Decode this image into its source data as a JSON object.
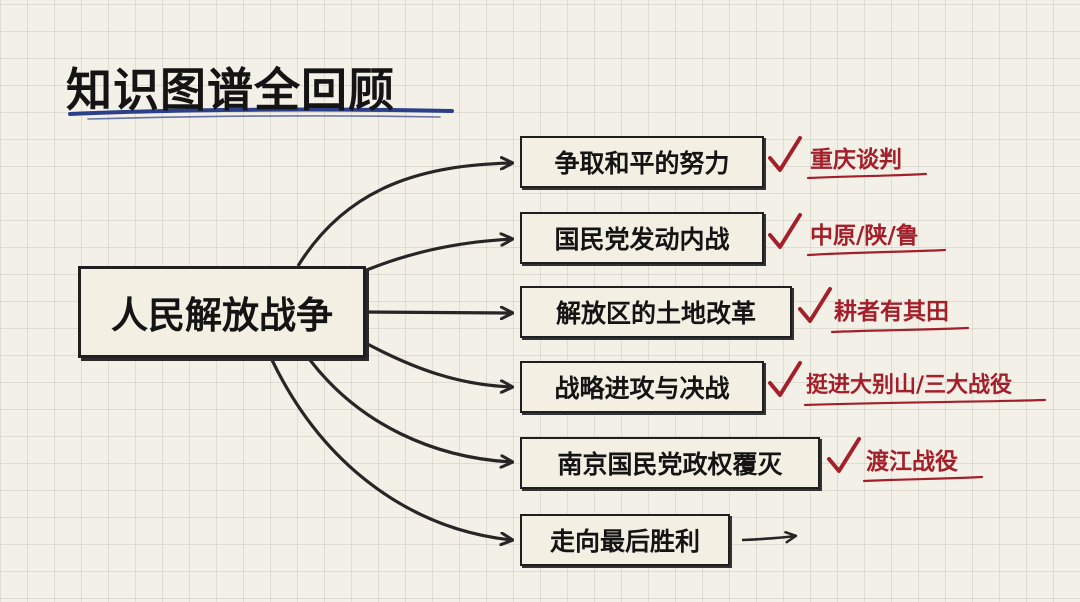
{
  "title": "知识图谱全回顾",
  "center": {
    "label": "人民解放战争"
  },
  "branches": [
    {
      "label": "争取和平的努力",
      "note": "重庆谈判"
    },
    {
      "label": "国民党发动内战",
      "note": "中原/陕/鲁"
    },
    {
      "label": "解放区的土地改革",
      "note": "耕者有其田"
    },
    {
      "label": "战略进攻与决战",
      "note": "挺进大别山/三大战役"
    },
    {
      "label": "南京国民党政权覆灭",
      "note": "渡江战役"
    },
    {
      "label": "走向最后胜利",
      "note": ""
    }
  ],
  "colors": {
    "ink": "#1f1f1f",
    "accent_red": "#a3202b",
    "title_underline": "#2c3f8a",
    "paper": "#f3f0e7"
  },
  "icons": {
    "check": "check-icon",
    "arrow": "arrow-right-icon"
  }
}
